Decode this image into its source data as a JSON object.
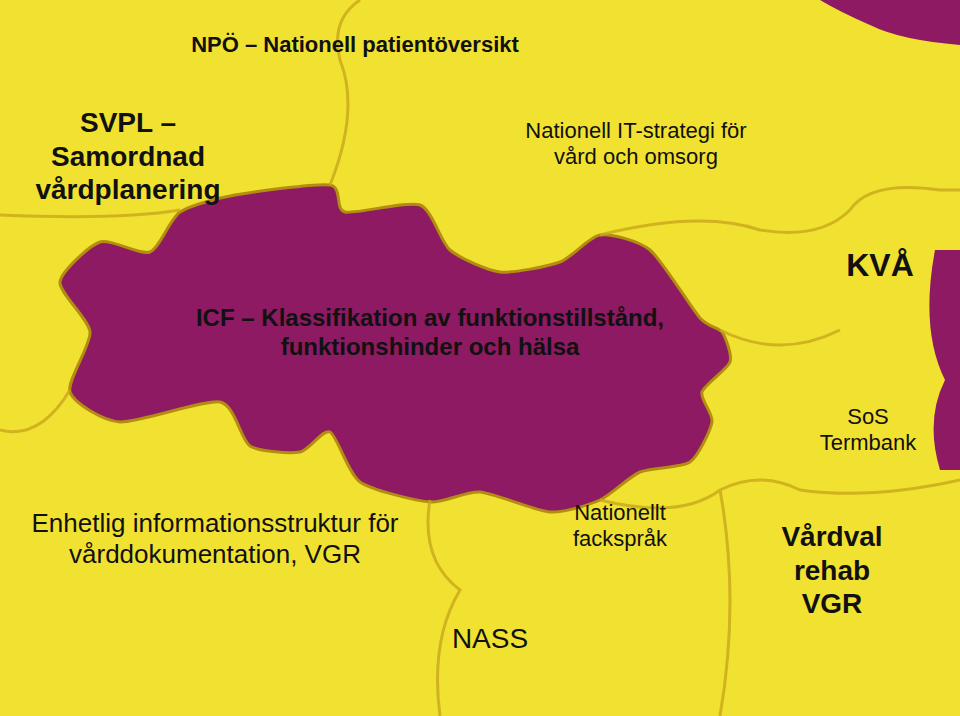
{
  "diagram": {
    "nodes": [
      {
        "text": [
          "NPÖ – Nationell patientöversikt"
        ]
      },
      {
        "text": [
          "SVPL – Samordnad vårdplanering"
        ]
      },
      {
        "text": [
          "Nationell IT-strategi för vård och omsorg"
        ]
      },
      {
        "text": [
          "KVÅ"
        ]
      },
      {
        "text": [
          "SoS Termbank"
        ]
      },
      {
        "text": [
          "Enhetlig informationsstruktur för vårddokumentation, VGR"
        ]
      },
      {
        "text": [
          "NASS"
        ]
      },
      {
        "text": [
          "Nationellt fackspråk"
        ]
      },
      {
        "text": [
          "Vårdval rehab VGR"
        ]
      }
    ],
    "labels": [
      "ICF – Klassifikation av funktionstillstånd, funktionshinder och hälsa"
    ]
  }
}
